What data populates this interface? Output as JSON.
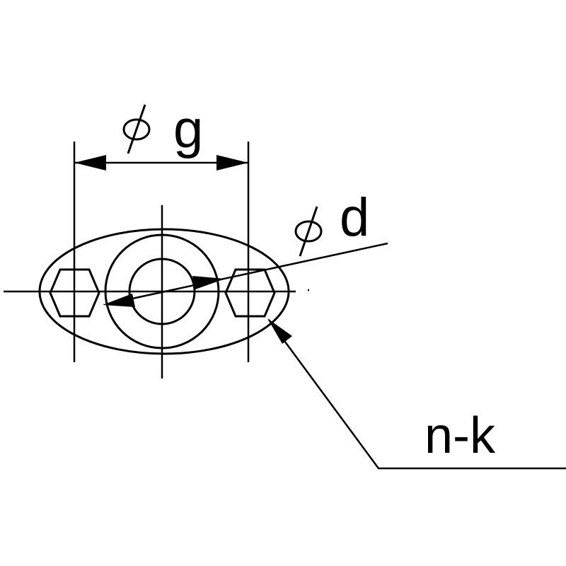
{
  "labels": {
    "pitch_diameter": "g",
    "bore_diameter": "d",
    "bolt_holes": "n-k"
  }
}
